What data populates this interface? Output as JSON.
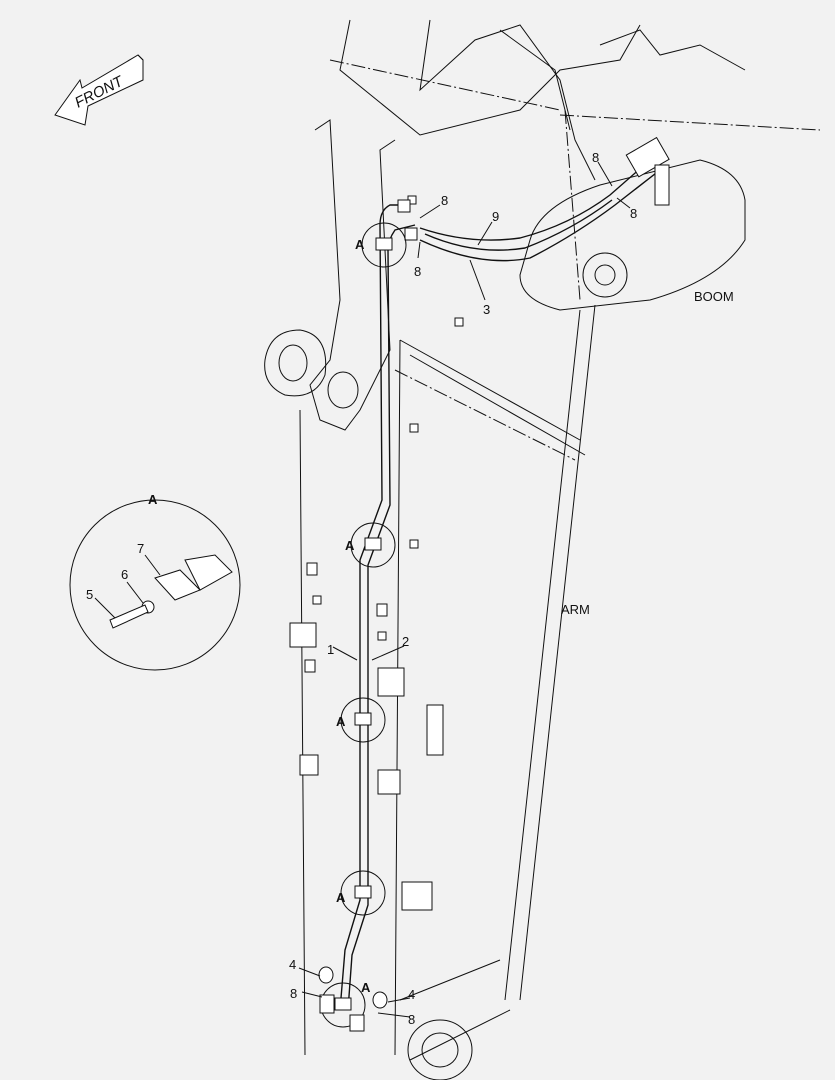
{
  "direction_label": "FRONT",
  "components": {
    "boom": "BOOM",
    "arm": "ARM"
  },
  "detail": {
    "label": "A",
    "callouts": [
      "7",
      "6",
      "5"
    ]
  },
  "callouts": {
    "top": [
      "8",
      "9",
      "8",
      "3",
      "8",
      "8"
    ],
    "clamps": [
      "A",
      "A",
      "A",
      "A",
      "A"
    ],
    "pipes": [
      "1",
      "2"
    ],
    "bottom": [
      "4",
      "8",
      "4",
      "8"
    ]
  }
}
